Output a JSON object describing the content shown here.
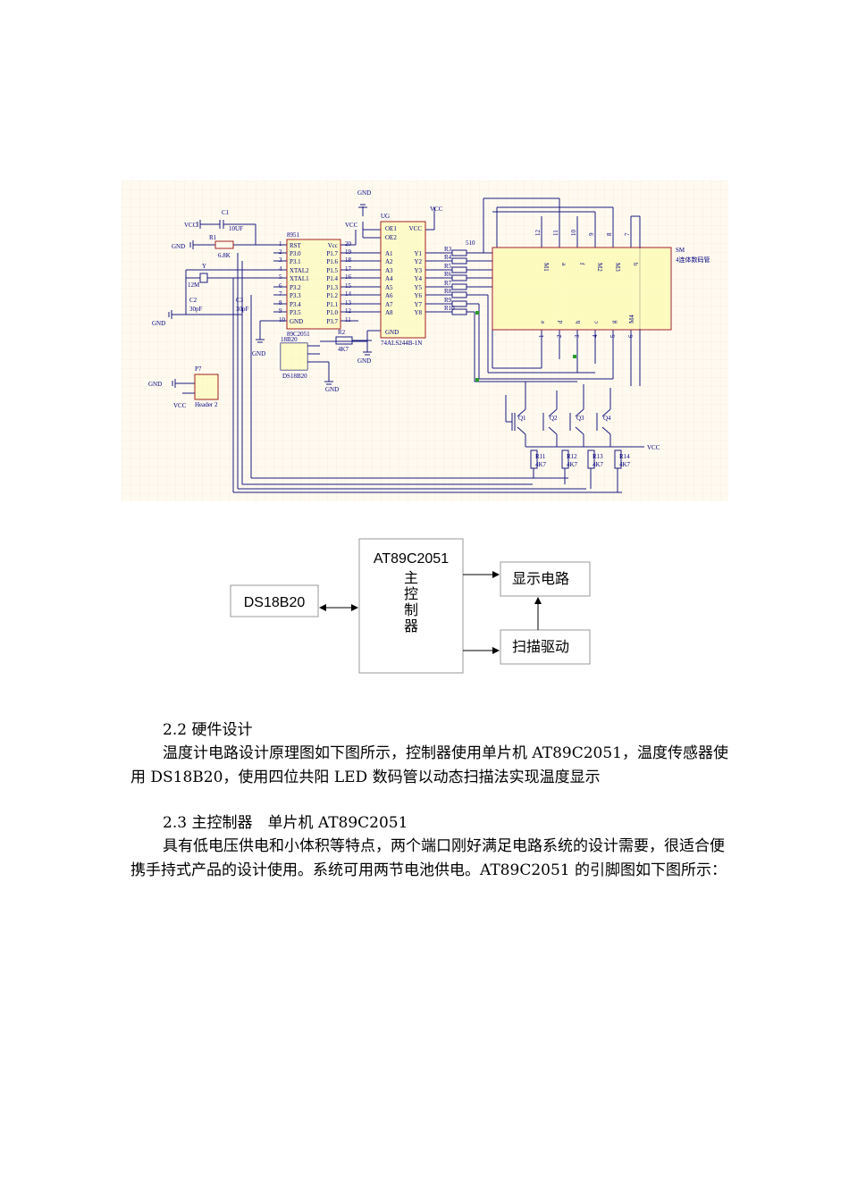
{
  "schematic": {
    "labels": {
      "c1": "C1",
      "c1_val": "10UF",
      "vcc": "VCC",
      "gnd": "GND",
      "r1": "R1",
      "r1_val": "6.8K",
      "y": "Y",
      "y_val": "12M",
      "c2": "C2",
      "c2_val": "30pF",
      "c3": "C3",
      "c3_val": "30pF",
      "mcu": "8951",
      "mcu_part": "89C2051",
      "ug": "UG",
      "buf_part": "74ALS244B-1N",
      "sm": "SM",
      "sm_desc": "4连体数码管",
      "p7": "P7",
      "header": "Header 2",
      "ds_part": "18B20",
      "ds_name": "DS18B20",
      "r2": "R2",
      "r2_val": "4K7",
      "r_bus": "510",
      "q1": "Q1",
      "q2": "Q2",
      "q3": "Q3",
      "q4": "Q4",
      "r11": "R11",
      "r12": "R12",
      "r13": "R13",
      "r14": "R14",
      "rq_val": "4K7"
    },
    "mcu_pins_left": [
      "RST",
      "P3.0",
      "P3.1",
      "XTAL2",
      "XTAL1",
      "P3.2",
      "P3.3",
      "P3.4",
      "P3.5",
      "GND"
    ],
    "mcu_pins_right": [
      "Vcc",
      "P1.7",
      "P1.6",
      "P1.5",
      "P1.4",
      "P1.3",
      "P1.2",
      "P1.1",
      "P1.0",
      "P3.7"
    ],
    "mcu_pin_nums_left": [
      "1",
      "2",
      "3",
      "4",
      "5",
      "6",
      "7",
      "8",
      "9",
      "10"
    ],
    "mcu_pin_nums_right": [
      "20",
      "19",
      "18",
      "17",
      "16",
      "15",
      "14",
      "13",
      "12",
      "11"
    ],
    "buf_pins_left": [
      "OE1",
      "OE2",
      "A1",
      "A2",
      "A3",
      "A4",
      "A5",
      "A6",
      "A7",
      "A8",
      "GND"
    ],
    "buf_pins_right": [
      "VCC",
      "Y1",
      "Y2",
      "Y3",
      "Y4",
      "Y5",
      "Y6",
      "Y7",
      "Y8"
    ],
    "bus_resistors": [
      "R3",
      "R4",
      "R5",
      "R6",
      "R7",
      "R8",
      "R9",
      "R10"
    ],
    "seg_top": [
      "12",
      "11",
      "10",
      "9",
      "8",
      "7"
    ],
    "seg_bot": [
      "1",
      "2",
      "3",
      "4",
      "5",
      "6"
    ],
    "seg_top_names": [
      "M1",
      "a",
      "f",
      "M2",
      "M3",
      "b"
    ],
    "seg_bot_names": [
      "e",
      "d",
      "h",
      "c",
      "g",
      "M4"
    ]
  },
  "block_diagram": {
    "sensor": "DS18B20",
    "controller_title": "AT89C2051",
    "controller_sub": [
      "主",
      "控",
      "制",
      "器"
    ],
    "display": "显示电路",
    "scan": "扫描驱动"
  },
  "text": {
    "sec22_title": "2.2 硬件设计",
    "sec22_body": "温度计电路设计原理图如下图所示，控制器使用单片机 AT89C2051，温度传感器使用 DS18B20，使用四位共阳 LED 数码管以动态扫描法实现温度显示",
    "sec23_title": "2.3 主控制器　单片机 AT89C2051",
    "sec23_body": "具有低电压供电和小体积等特点，两个端口刚好满足电路系统的设计需要，很适合便携手持式产品的设计使用。系统可用两节电池供电。AT89C2051 的引脚图如下图所示："
  }
}
